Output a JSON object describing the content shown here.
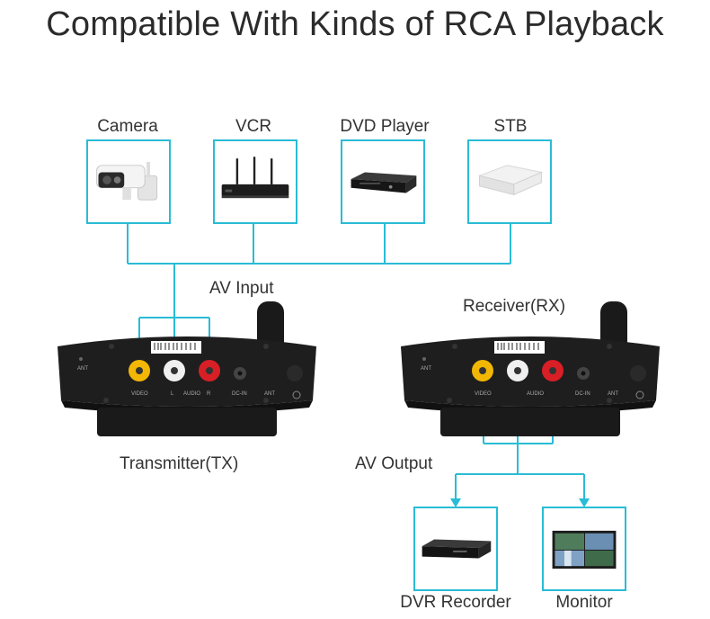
{
  "title": "Compatible With Kinds of RCA Playback",
  "sources": [
    {
      "label": "Camera",
      "icon": "security-camera-icon"
    },
    {
      "label": "VCR",
      "icon": "vcr-icon"
    },
    {
      "label": "DVD Player",
      "icon": "dvd-player-icon"
    },
    {
      "label": "STB",
      "icon": "set-top-box-icon"
    }
  ],
  "av_input_label": "AV Input",
  "av_output_label": "AV Output",
  "transmitter": {
    "label": "Transmitter(TX)",
    "jacks": {
      "ant_left": "ANT",
      "video": "VIDEO",
      "l": "L",
      "audio": "AUDIO",
      "r": "R",
      "dc_in": "DC-IN",
      "ant_right": "ANT"
    }
  },
  "receiver": {
    "label": "Receiver(RX)",
    "jacks": {
      "ant_left": "ANT",
      "video": "VIDEO",
      "audio": "AUDIO",
      "dc_in": "DC-IN",
      "ant_right": "ANT"
    }
  },
  "outputs": [
    {
      "label": "DVR Recorder",
      "icon": "dvr-recorder-icon"
    },
    {
      "label": "Monitor",
      "icon": "monitor-icon"
    }
  ],
  "colors": {
    "wire": "#29bcd6",
    "device_body": "#1e1e1e",
    "jack_yellow": "#f2b705",
    "jack_white": "#f0f0f0",
    "jack_red": "#d81f26"
  }
}
